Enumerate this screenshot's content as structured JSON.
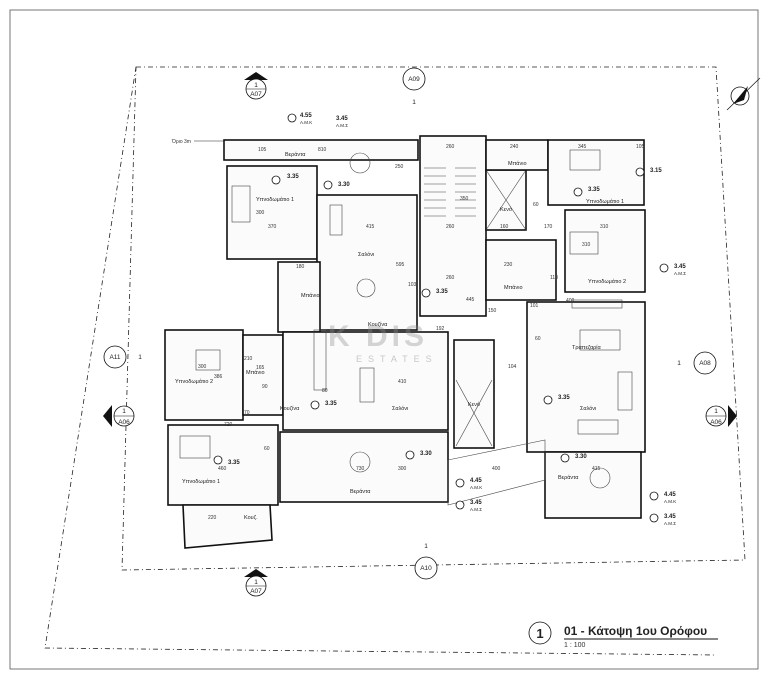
{
  "title": {
    "number": "1",
    "name": "01 - Κάτοψη 1ου Ορόφου",
    "scale": "1 : 100"
  },
  "watermark": {
    "brand": "K  DIS",
    "sub": "ESTATES"
  },
  "section_tags": [
    {
      "code": "A09",
      "num": "1"
    },
    {
      "code": "A07",
      "num": "1"
    },
    {
      "code": "A07",
      "num": "1"
    },
    {
      "code": "A11",
      "num": "1"
    },
    {
      "code": "A08",
      "num": "1"
    },
    {
      "code": "A06",
      "num": "1"
    },
    {
      "code": "A06",
      "num": "1"
    },
    {
      "code": "A10",
      "num": "1"
    }
  ],
  "boundary_label": "Όριο 3m",
  "rooms": [
    {
      "name": "Βεράντα"
    },
    {
      "name": "Υπνοδωμάτιο 1"
    },
    {
      "name": "Σαλόνι"
    },
    {
      "name": "Μπάνιο"
    },
    {
      "name": "Κουζίνα"
    },
    {
      "name": "Κενό"
    },
    {
      "name": "Μπάνιο"
    },
    {
      "name": "Υπνοδωμάτιο 1"
    },
    {
      "name": "Υπνοδωμάτιο 2"
    },
    {
      "name": "Μπάνιο"
    },
    {
      "name": "Τραπεζαρία"
    },
    {
      "name": "Σαλόνι"
    },
    {
      "name": "Υπνοδωμάτιο 2"
    },
    {
      "name": "Μπάνιο"
    },
    {
      "name": "Κουζίνα"
    },
    {
      "name": "Σαλόνι"
    },
    {
      "name": "Κενό"
    },
    {
      "name": "Υπνοδωμάτιο 1"
    },
    {
      "name": "Κουζ."
    },
    {
      "name": "Βεράντα"
    },
    {
      "name": "Βεράντα"
    }
  ],
  "levels": [
    {
      "top": "4.55",
      "sub": "Α.Μ.Κ",
      "top2": "3.45",
      "sub2": "Α.Μ.Σ"
    },
    {
      "value": "3.35"
    },
    {
      "value": "3.30"
    },
    {
      "value": "3.35"
    },
    {
      "value": "3.35"
    },
    {
      "value": "3.15"
    },
    {
      "top": "3.45",
      "sub": "Α.Μ.Σ"
    },
    {
      "value": "3.35"
    },
    {
      "value": "3.35"
    },
    {
      "value": "3.35"
    },
    {
      "value": "3.30"
    },
    {
      "value": "3.30"
    },
    {
      "top": "4.45",
      "sub": "Α.Μ.Κ"
    },
    {
      "top": "3.45",
      "sub": "Α.Μ.Σ"
    },
    {
      "top": "4.45",
      "sub": "Α.Μ.Κ"
    },
    {
      "top": "3.45",
      "sub": "Α.Μ.Σ"
    }
  ],
  "dims": [
    "810",
    "105",
    "250",
    "260",
    "240",
    "345",
    "105",
    "370",
    "300",
    "415",
    "595",
    "260",
    "350",
    "160",
    "170",
    "60",
    "310",
    "310",
    "180",
    "80",
    "103",
    "260",
    "445",
    "101",
    "110",
    "192",
    "210",
    "165",
    "300",
    "386",
    "90",
    "410",
    "104",
    "150",
    "400",
    "460",
    "730",
    "300",
    "720",
    "220",
    "415",
    "60",
    "230",
    "400",
    "60",
    "70"
  ]
}
